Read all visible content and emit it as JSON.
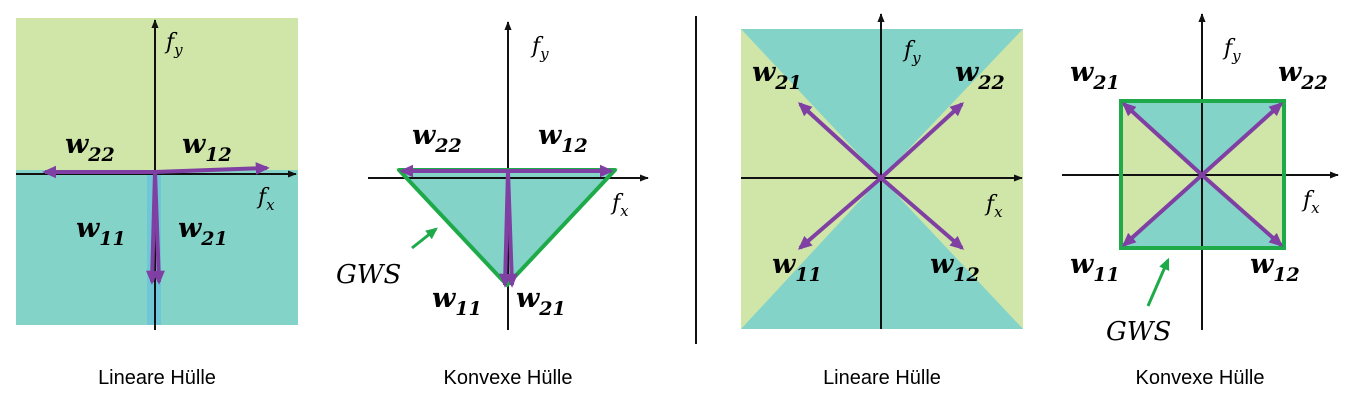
{
  "colors": {
    "green_region": "#cfe6a8",
    "teal_region": "#84d3c9",
    "arrow": "#7f3fa3",
    "gws": "#1faa4a",
    "axis": "#111111",
    "divider": "#111111"
  },
  "panels": [
    {
      "caption": "Lineare Hülle",
      "axis_x": "f",
      "axis_x_sub": "x",
      "axis_y": "f",
      "axis_y_sub": "y",
      "w22": {
        "base": "w",
        "sub": "22"
      },
      "w12": {
        "base": "w",
        "sub": "12"
      },
      "w11": {
        "base": "w",
        "sub": "11"
      },
      "w21": {
        "base": "w",
        "sub": "21"
      }
    },
    {
      "caption": "Konvexe Hülle",
      "axis_x": "f",
      "axis_x_sub": "x",
      "axis_y": "f",
      "axis_y_sub": "y",
      "w22": {
        "base": "w",
        "sub": "22"
      },
      "w12": {
        "base": "w",
        "sub": "12"
      },
      "w11": {
        "base": "w",
        "sub": "11"
      },
      "w21": {
        "base": "w",
        "sub": "21"
      },
      "gws": "GWS"
    },
    {
      "caption": "Lineare Hülle",
      "axis_x": "f",
      "axis_x_sub": "x",
      "axis_y": "f",
      "axis_y_sub": "y",
      "w21": {
        "base": "w",
        "sub": "21"
      },
      "w22": {
        "base": "w",
        "sub": "22"
      },
      "w11": {
        "base": "w",
        "sub": "11"
      },
      "w12": {
        "base": "w",
        "sub": "12"
      }
    },
    {
      "caption": "Konvexe Hülle",
      "axis_x": "f",
      "axis_x_sub": "x",
      "axis_y": "f",
      "axis_y_sub": "y",
      "w21": {
        "base": "w",
        "sub": "21"
      },
      "w22": {
        "base": "w",
        "sub": "22"
      },
      "w11": {
        "base": "w",
        "sub": "11"
      },
      "w12": {
        "base": "w",
        "sub": "12"
      },
      "gws": "GWS"
    }
  ]
}
